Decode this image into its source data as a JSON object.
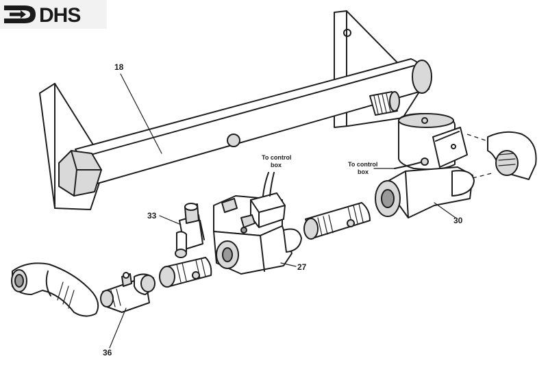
{
  "logo": {
    "text": "DHS",
    "icon": "arrow-bracket-logo-icon"
  },
  "parts": [
    {
      "number": "18"
    },
    {
      "number": "33"
    },
    {
      "number": "27"
    },
    {
      "number": "30"
    },
    {
      "number": "36"
    }
  ],
  "notes": [
    {
      "line1": "To control",
      "line2": "box"
    },
    {
      "line1": "To control",
      "line2": "box"
    }
  ],
  "colors": {
    "ink": "#1d1d1d",
    "background": "#ffffff",
    "shade": "#9a9a9a"
  }
}
